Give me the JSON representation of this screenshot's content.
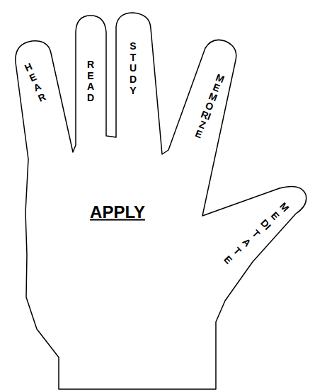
{
  "diagram": {
    "labels": [
      "HEAR",
      "READ",
      "STUDY",
      "MEMORIZE",
      "MEDITATE",
      "APPLY"
    ]
  }
}
